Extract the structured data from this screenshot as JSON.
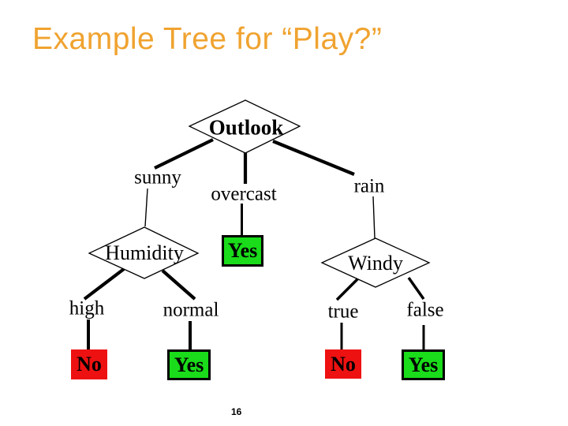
{
  "slide": {
    "title": "Example Tree for “Play?”",
    "page_number": "16"
  },
  "colors": {
    "title": "#F0A330",
    "leaf_yes": "#1ADC1A",
    "leaf_no": "#EE1111",
    "line": "#000000"
  },
  "tree": {
    "root": {
      "label": "Outlook",
      "type": "decision",
      "branches": [
        {
          "label": "sunny",
          "child": {
            "label": "Humidity",
            "type": "decision",
            "branches": [
              {
                "label": "high",
                "child": {
                  "label": "No",
                  "type": "leaf",
                  "value": "no"
                }
              },
              {
                "label": "normal",
                "child": {
                  "label": "Yes",
                  "type": "leaf",
                  "value": "yes"
                }
              }
            ]
          }
        },
        {
          "label": "overcast",
          "child": {
            "label": "Yes",
            "type": "leaf",
            "value": "yes"
          }
        },
        {
          "label": "rain",
          "child": {
            "label": "Windy",
            "type": "decision",
            "branches": [
              {
                "label": "true",
                "child": {
                  "label": "No",
                  "type": "leaf",
                  "value": "no"
                }
              },
              {
                "label": "false",
                "child": {
                  "label": "Yes",
                  "type": "leaf",
                  "value": "yes"
                }
              }
            ]
          }
        }
      ]
    }
  }
}
